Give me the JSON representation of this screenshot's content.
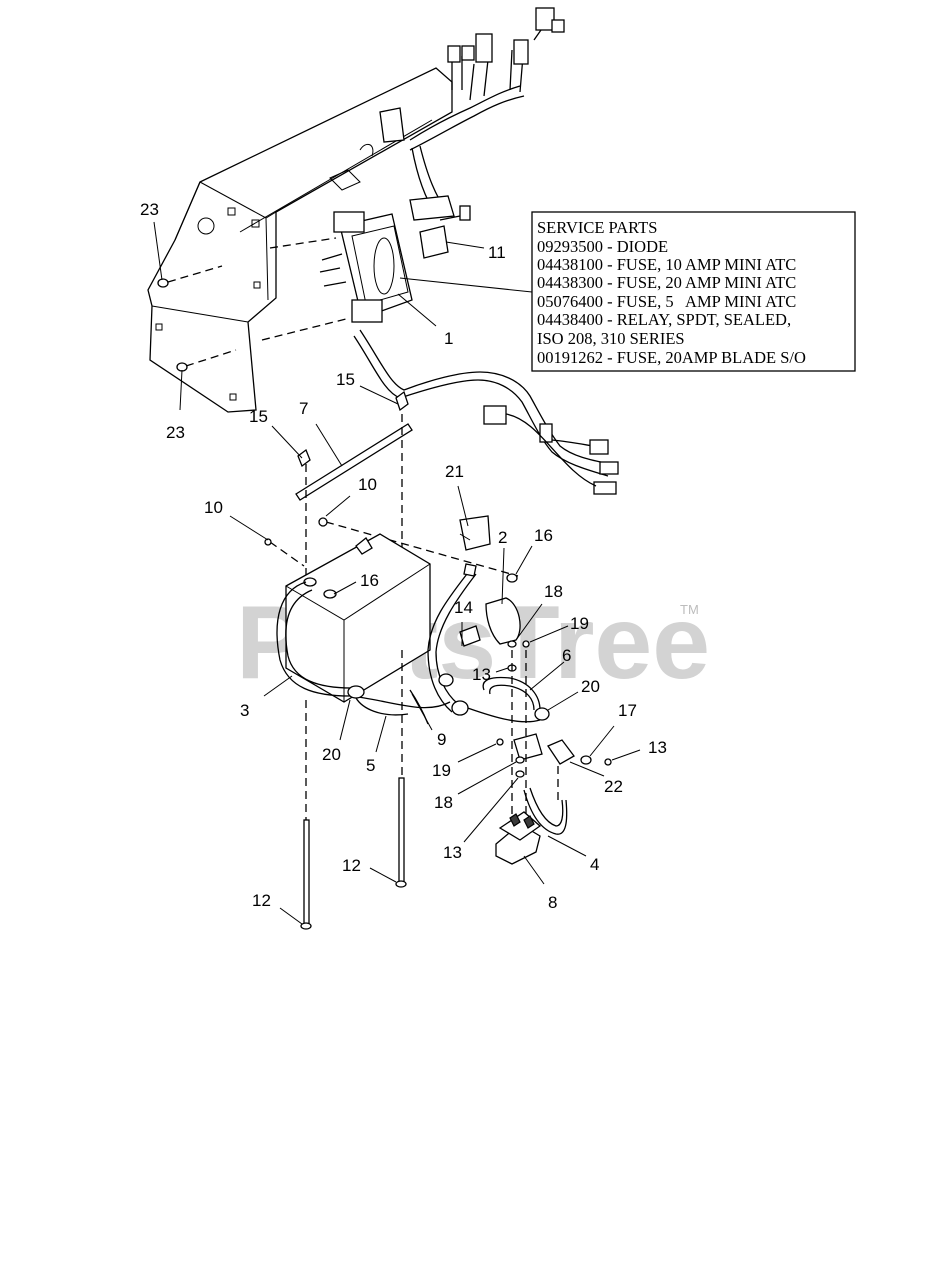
{
  "service_parts": {
    "title": "SERVICE PARTS",
    "lines": [
      "09293500 - DIODE",
      "04438100 - FUSE, 10 AMP MINI ATC",
      "04438300 - FUSE, 20 AMP MINI ATC",
      "05076400 - FUSE, 5   AMP MINI ATC",
      "04438400 - RELAY, SPDT, SEALED,",
      "ISO 208, 310 SERIES",
      "00191262 - FUSE, 20AMP BLADE S/O"
    ]
  },
  "watermark": {
    "text": "PartsTree",
    "tm": "TM"
  },
  "callouts": {
    "c23a": "23",
    "c23b": "23",
    "c11": "11",
    "c1": "1",
    "c15a": "15",
    "c15b": "15",
    "c7": "7",
    "c21": "21",
    "c10a": "10",
    "c10b": "10",
    "c2": "2",
    "c16a": "16",
    "c16b": "16",
    "c18a": "18",
    "c19a": "19",
    "c14": "14",
    "c13a": "13",
    "c6": "6",
    "c20a": "20",
    "c3": "3",
    "c20b": "20",
    "c9": "9",
    "c5": "5",
    "c17": "17",
    "c13b": "13",
    "c19b": "19",
    "c22": "22",
    "c18b": "18",
    "c13c": "13",
    "c4": "4",
    "c12a": "12",
    "c12b": "12",
    "c8": "8"
  },
  "colors": {
    "line": "#000000",
    "watermark": "#c8c8c8",
    "background": "#ffffff"
  }
}
